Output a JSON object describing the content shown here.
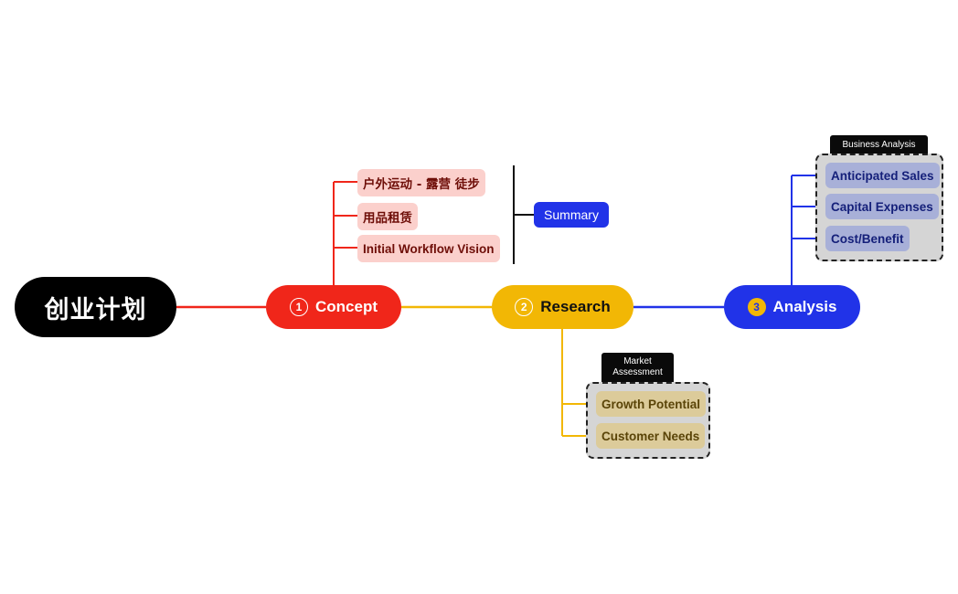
{
  "root": {
    "label": "创业计划"
  },
  "concept": {
    "number": "1",
    "label": "Concept",
    "color": "#f0261a",
    "items": [
      "户外运动 - 露营 徒步",
      "用品租赁",
      "Initial Workflow Vision"
    ],
    "summary": "Summary"
  },
  "research": {
    "number": "2",
    "label": "Research",
    "color": "#f2b705",
    "group_label": "Market Assessment",
    "items": [
      "Growth Potential",
      "Customer Needs"
    ]
  },
  "analysis": {
    "number": "3",
    "label": "Analysis",
    "color": "#2133e8",
    "group_label": "Business Analysis",
    "items": [
      "Anticipated Sales",
      "Capital Expenses",
      "Cost/Benefit"
    ]
  }
}
